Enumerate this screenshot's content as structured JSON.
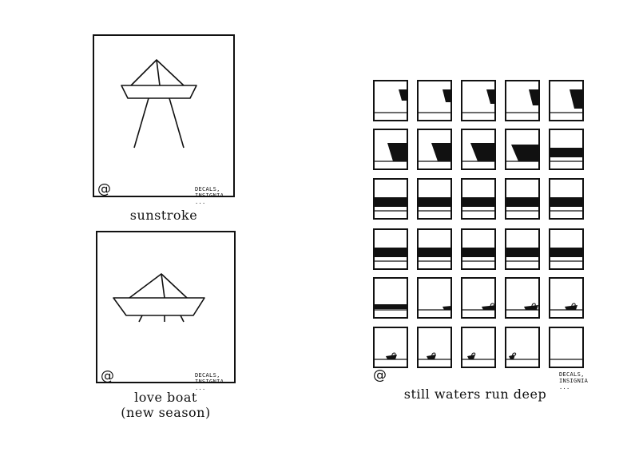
{
  "comics": [
    {
      "caption": "sunstroke",
      "caption_line2": "",
      "brand": [
        "DECALS,",
        "INSIGNIA",
        "..."
      ],
      "mark": "@"
    },
    {
      "caption": "love boat",
      "caption_line2": "(new season)",
      "brand": [
        "DECALS,",
        "INSIGNIA",
        "..."
      ],
      "mark": "@"
    },
    {
      "caption": "still waters run deep",
      "caption_line2": "",
      "brand": [
        "DECALS,",
        "INSIGNIA",
        "..."
      ],
      "mark": "@"
    }
  ],
  "grid": {
    "rows": 6,
    "cols": 5,
    "sequence": [
      "hull-1",
      "hull-2",
      "hull-3",
      "hull-4",
      "hull-5",
      "hull-6",
      "hull-7",
      "hull-8",
      "hull-9",
      "band",
      "band",
      "band",
      "band",
      "band",
      "band",
      "band",
      "band",
      "band",
      "band",
      "band",
      "band-low",
      "boat-1",
      "boat-2",
      "boat-3",
      "boat-4",
      "boat-5",
      "boat-6",
      "boat-7",
      "boat-8",
      "empty"
    ]
  }
}
